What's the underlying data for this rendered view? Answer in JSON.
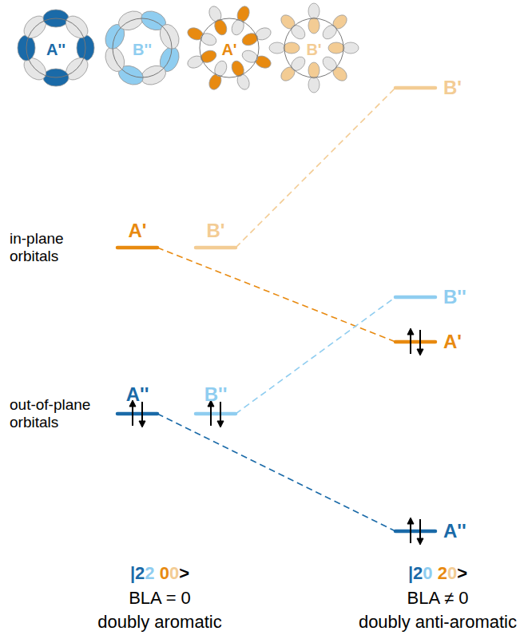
{
  "diagram": {
    "labels": [
      "A''",
      "B''",
      "A'",
      "B'",
      "in-plane orbitals",
      "out-of-plane orbitals",
      "A'",
      "B'",
      "A''",
      "B''",
      "B'",
      "B''",
      "A'",
      "A''",
      "|22 00>",
      "BLA = 0",
      "doubly aromatic",
      "|20 20>",
      "BLA ≠ 0",
      "doubly anti-aromatic"
    ]
  }
}
